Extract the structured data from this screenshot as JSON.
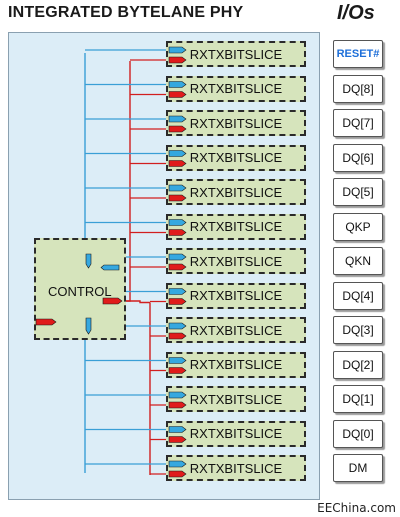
{
  "diagram": {
    "title": "INTEGRATED BYTELANE PHY",
    "ios_title": "I/Os",
    "control_label": "CONTROL",
    "slice_label": "RXTXBITSLICE",
    "slice_count": 13,
    "io_pins": [
      {
        "label": "RESET#",
        "color": "#1e6fd9"
      },
      {
        "label": "DQ[8]"
      },
      {
        "label": "DQ[7]"
      },
      {
        "label": "DQ[6]"
      },
      {
        "label": "DQ[5]"
      },
      {
        "label": "QKP"
      },
      {
        "label": "QKN"
      },
      {
        "label": "DQ[4]"
      },
      {
        "label": "DQ[3]"
      },
      {
        "label": "DQ[2]"
      },
      {
        "label": "DQ[1]"
      },
      {
        "label": "DQ[0]"
      },
      {
        "label": "DM"
      }
    ],
    "colors": {
      "phy_background": "#dcedf7",
      "block_fill": "#d6e4bc",
      "blue_wire": "#3a9fd6",
      "red_wire": "#d11f1f",
      "blue_arrow": "#35a8e0",
      "red_arrow": "#e01b1b"
    },
    "watermark": "EEChina.com"
  }
}
